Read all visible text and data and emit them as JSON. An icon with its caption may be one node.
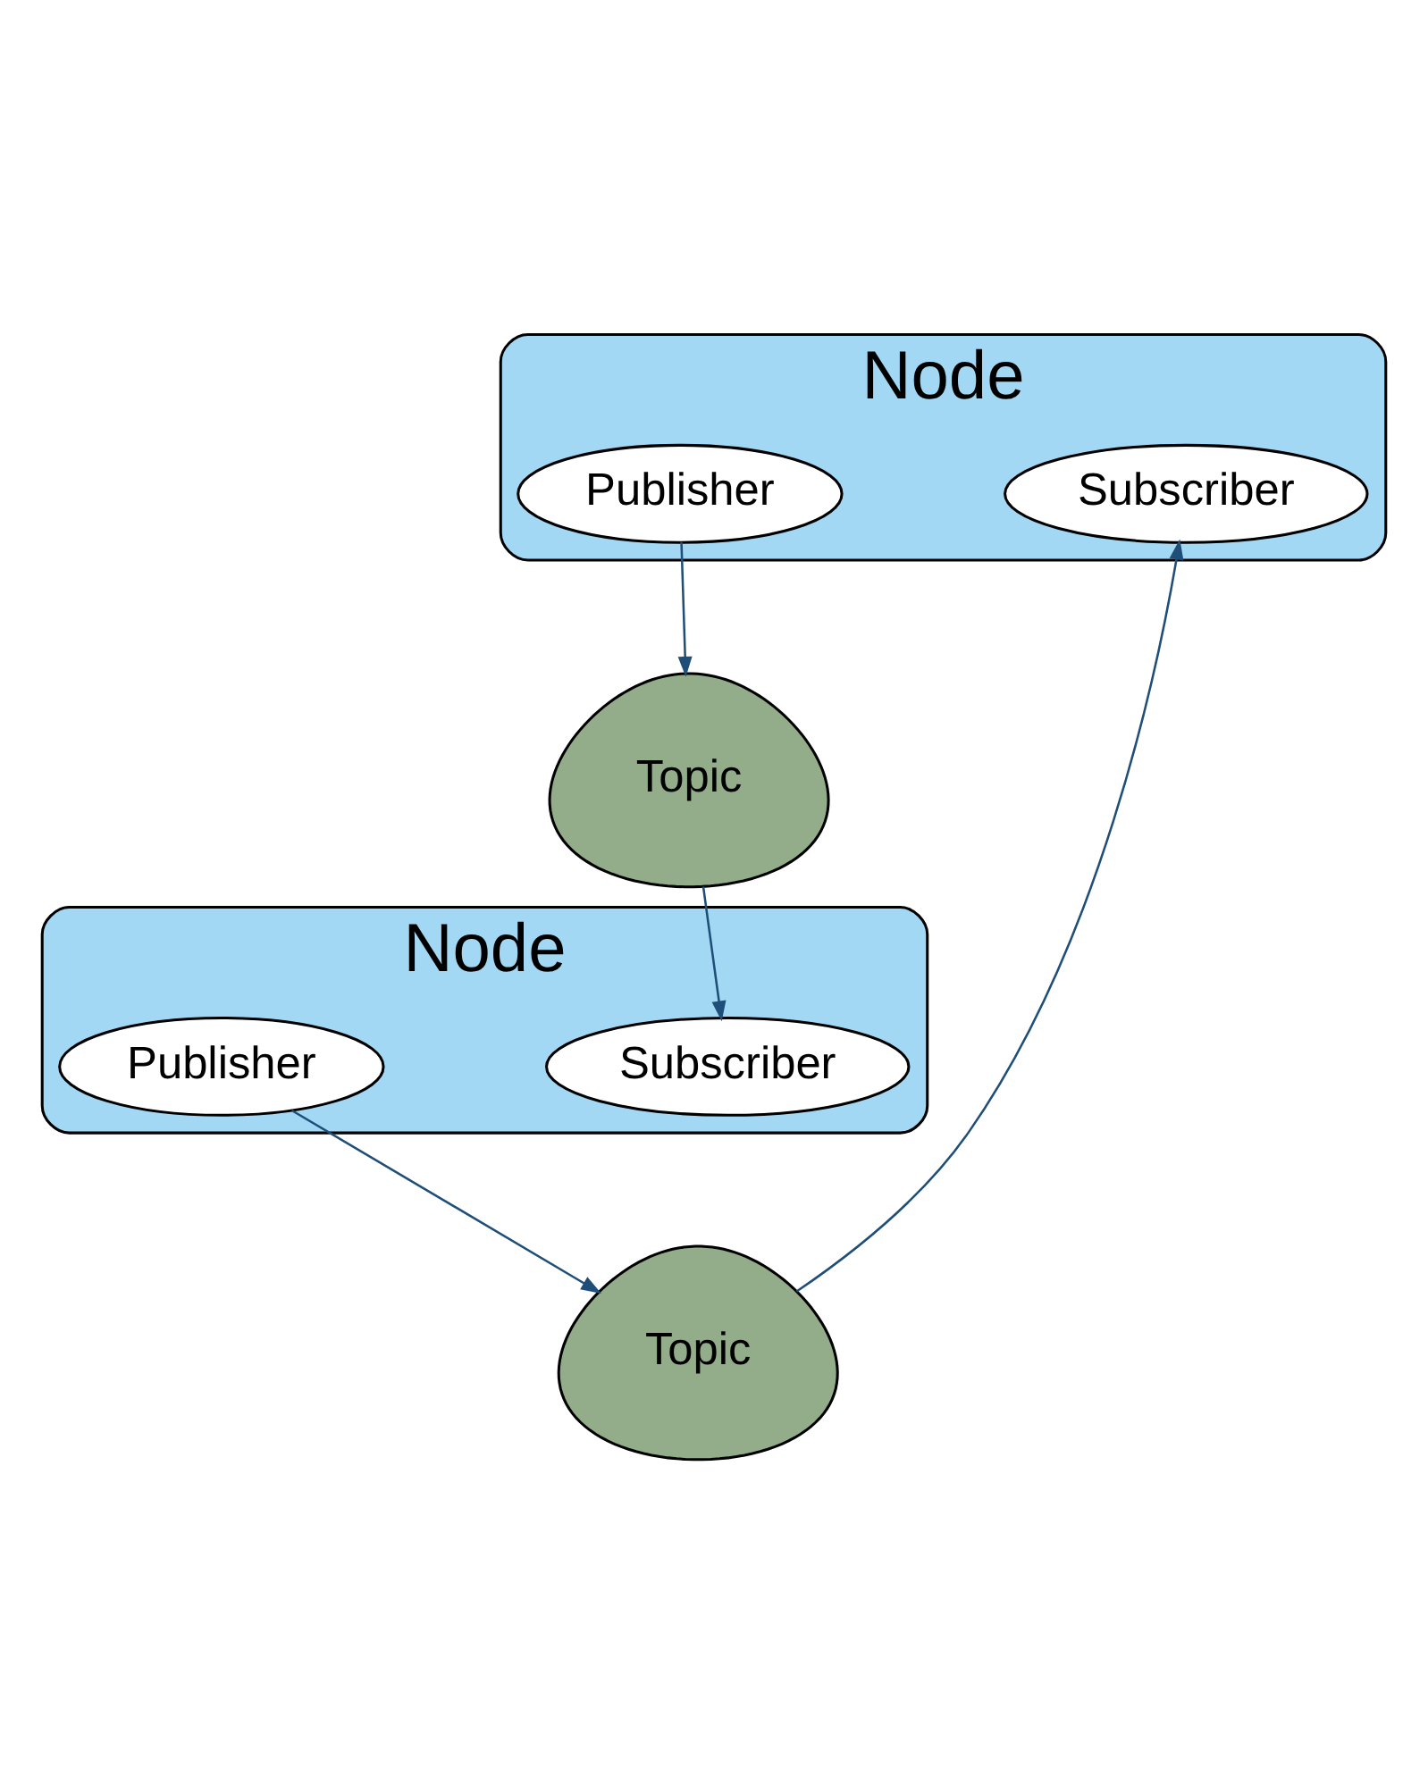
{
  "diagram": {
    "nodes": [
      {
        "text": [
          "Node"
        ]
      },
      {
        "text": [
          "Subscriber"
        ],
        "in": 0
      },
      {
        "text": [
          "Publisher"
        ],
        "in": 0
      },
      {
        "text": [
          "Topic"
        ]
      },
      {
        "text": [
          "Topic"
        ]
      },
      {
        "text": [
          "Node"
        ]
      },
      {
        "text": [
          "Subscriber"
        ],
        "in": 5
      },
      {
        "text": [
          "Publisher"
        ],
        "in": 5
      }
    ],
    "edges": [
      {
        "from": 3,
        "to": 1,
        "arrow": "to"
      },
      {
        "from": 2,
        "to": 4,
        "arrow": "to"
      },
      {
        "from": 4,
        "to": 6,
        "arrow": "to"
      },
      {
        "from": 7,
        "to": 3,
        "arrow": "to"
      }
    ]
  }
}
